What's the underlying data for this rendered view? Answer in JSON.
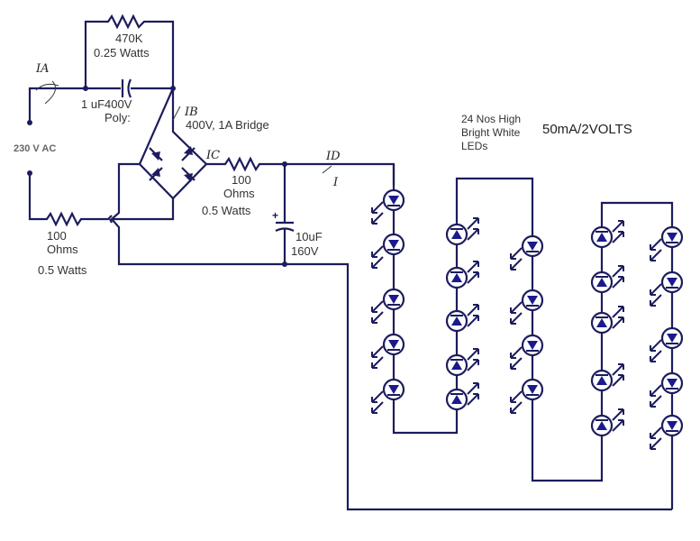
{
  "labels": {
    "r1_value": "470K",
    "r1_power": "0.25 Watts",
    "c1_value": "1 uF400V",
    "c1_type": "Poly:",
    "bridge": "400V, 1A Bridge",
    "supply": "230 V AC",
    "r2_value": "100",
    "r2_unit": "Ohms",
    "r2_power": "0.5 Watts",
    "r3_value": "100",
    "r3_unit": "Ohms",
    "r3_power": "0.5 Watts",
    "c2_value": "10uF",
    "c2_voltage": "160V",
    "led_desc_1": "24 Nos High",
    "led_desc_2": "Bright White",
    "led_desc_3": "LEDs",
    "led_rating": "50mA/2VOLTS"
  },
  "annotations": {
    "ia": "IA",
    "ib": "IB",
    "ic": "IC",
    "id": "ID",
    "i": "I"
  },
  "colors": {
    "wire": "#1c1c5e",
    "led_fill": "#1a1a8c"
  },
  "led_count": 24
}
